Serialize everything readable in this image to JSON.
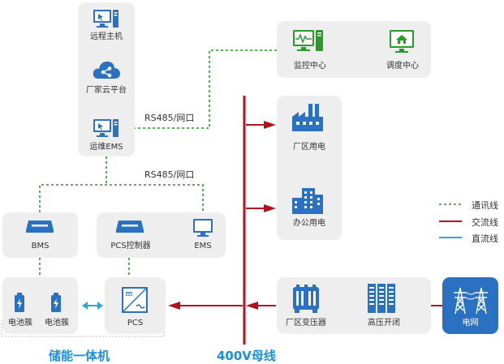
{
  "nodes": {
    "remote_host": "远程主机",
    "cloud_platform": "厂家云平台",
    "ops_ems": "运维EMS",
    "monitor_center": "监控中心",
    "dispatch_center": "调度中心",
    "factory_power": "厂区用电",
    "office_power": "办公用电",
    "bms": "BMS",
    "pcs_controller": "PCS控制器",
    "ems": "EMS",
    "battery_cluster_1": "电池簇",
    "battery_cluster_2": "电池簇",
    "pcs": "PCS",
    "factory_transformer": "厂区变压器",
    "hv_switch": "高压开闭",
    "grid": "电网"
  },
  "link_labels": {
    "upper": "RS485/网口",
    "lower": "RS485/网口"
  },
  "legend": [
    {
      "label": "通讯线",
      "color": "#2a9a2a",
      "style": "dashed"
    },
    {
      "label": "交流线",
      "color": "#b3121c",
      "style": "solid"
    },
    {
      "label": "直流线",
      "color": "#2da6dc",
      "style": "solid"
    }
  ],
  "bottom_labels": {
    "storage_unit": "储能一体机",
    "bus": "400V母线"
  },
  "colors": {
    "green": "#2a9a2a",
    "red": "#b3121c",
    "blue": "#1b90d8",
    "grid_box": "#2b71c1",
    "box_bg": "#eeeeee"
  },
  "icons": {
    "remote_host": "computer-icon",
    "cloud_platform": "cloud-share-icon",
    "ops_ems": "computer-icon",
    "monitor_center": "monitor-icon",
    "dispatch_center": "home-monitor-icon",
    "factory_power": "factory-icon",
    "office_power": "office-building-icon",
    "bms": "device-box-icon",
    "pcs_controller": "device-box-icon",
    "ems": "monitor-icon",
    "battery": "battery-icon",
    "pcs": "inverter-icon",
    "factory_transformer": "transformer-icon",
    "hv_switch": "switchgear-icon",
    "grid": "transmission-tower-icon"
  }
}
